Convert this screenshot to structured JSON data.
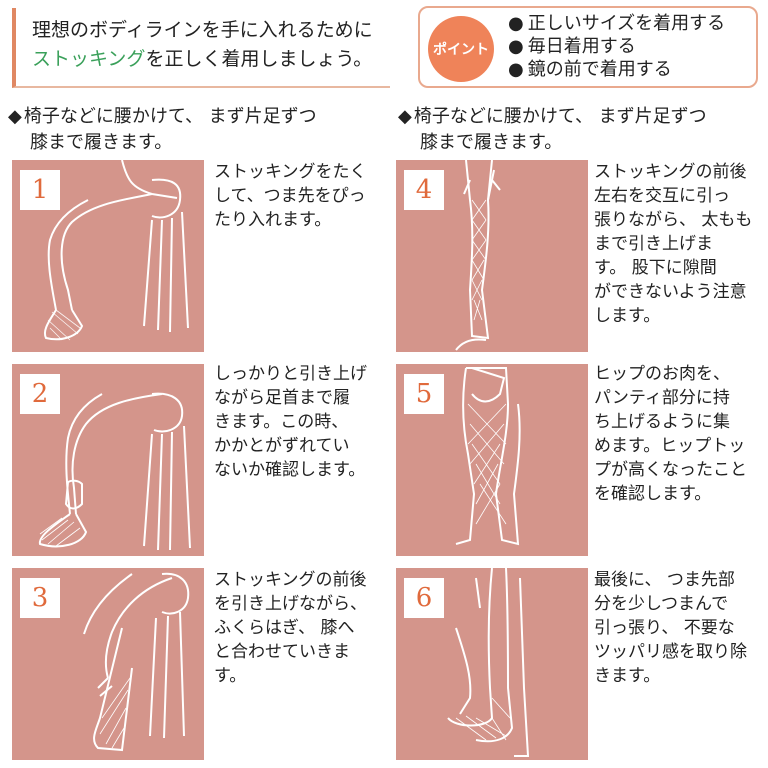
{
  "intro": {
    "line1": "理想のボディラインを手に入れるために",
    "line2_green": "ストッキング",
    "line2_rest": "を正しく着用しましょう。"
  },
  "point": {
    "badge": "ポイント",
    "items": [
      "正しいサイズを着用する",
      "毎日着用する",
      "鏡の前で着用する"
    ]
  },
  "subheads": [
    {
      "mark": "◆",
      "line1": "椅子などに腰かけて、 まず片足ずつ",
      "line2": "膝まで履きます。"
    },
    {
      "mark": "◆",
      "line1": "椅子などに腰かけて、 まず片足ずつ",
      "line2": "膝まで履きます。"
    }
  ],
  "colors": {
    "panel": "#d4958b",
    "accent": "#e06a3c",
    "green": "#3aa05a",
    "badge": "#ef8359"
  },
  "steps": [
    {
      "num": "1",
      "image": "seated-leg-pointing-toe",
      "lines": [
        "ストッキングをたく",
        "して、つま先をぴっ",
        "たり入れます。"
      ]
    },
    {
      "num": "2",
      "image": "seated-leg-pulling-up",
      "lines": [
        "しっかりと引き上げ",
        "ながら足首まで履",
        "きます。この時、",
        "かかとがずれてい",
        "ないか確認します。"
      ]
    },
    {
      "num": "3",
      "image": "seated-leg-raising-to-knee",
      "lines": [
        "ストッキングの前後",
        "を引き上げながら、",
        "ふくらはぎ、 膝へ",
        "と合わせていきま",
        "す。"
      ]
    },
    {
      "num": "4",
      "image": "standing-legs-pulling-thighs",
      "lines": [
        "ストッキングの前後",
        "左右を交互に引っ",
        "張りながら、 太もも",
        "まで引き上げま",
        "す。 股下に隙間",
        "ができないよう注意",
        "します。"
      ]
    },
    {
      "num": "5",
      "image": "standing-legs-full-stocking",
      "lines": [
        "ヒップのお肉を、",
        "パンティ部分に持",
        "ち上げるように集",
        "めます。ヒップトッ",
        "プが高くなったこと",
        "を確認します。"
      ]
    },
    {
      "num": "6",
      "image": "bending-adjusting-toe",
      "lines": [
        "最後に、 つま先部",
        "分を少しつまんで",
        "引っ張り、 不要な",
        "ツッパリ感を取り除",
        "きます。"
      ]
    }
  ]
}
